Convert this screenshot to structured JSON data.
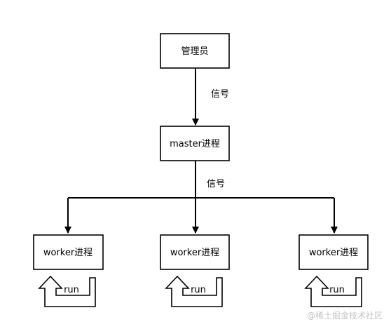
{
  "diagram": {
    "nodes": [
      {
        "id": "admin",
        "label": "管理员"
      },
      {
        "id": "master",
        "label": "master进程"
      },
      {
        "id": "worker1",
        "label": "worker进程"
      },
      {
        "id": "worker2",
        "label": "worker进程"
      },
      {
        "id": "worker3",
        "label": "worker进程"
      }
    ],
    "edges": [
      {
        "from": "admin",
        "to": "master",
        "label": "信号"
      },
      {
        "from": "master",
        "to": [
          "worker1",
          "worker2",
          "worker3"
        ],
        "label": "信号"
      }
    ],
    "loops": [
      {
        "node": "worker1",
        "label": "run"
      },
      {
        "node": "worker2",
        "label": "run"
      },
      {
        "node": "worker3",
        "label": "run"
      }
    ]
  },
  "watermark": "@稀土掘金技术社区",
  "colors": {
    "stroke": "#000000",
    "background": "#ffffff",
    "watermark": "#c4c4c4"
  }
}
